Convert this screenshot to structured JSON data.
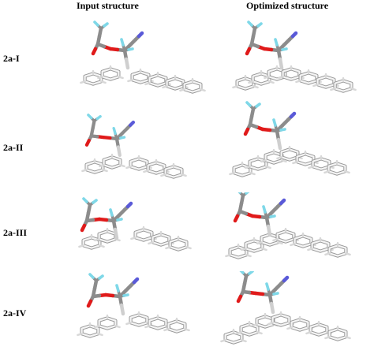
{
  "figure": {
    "columns": [
      "Input structure",
      "Optimized structure"
    ],
    "rows": [
      "2a-I",
      "2a-II",
      "2a-III",
      "2a-IV"
    ]
  },
  "colors": {
    "carbon": "#8c8c8c",
    "oxygen": "#e01a1a",
    "fluorine": "#7fd8e8",
    "nitrogen": "#5a5ad8",
    "ring_stroke": "#9a9a9a",
    "ring_fill": "#f4f4f4"
  }
}
